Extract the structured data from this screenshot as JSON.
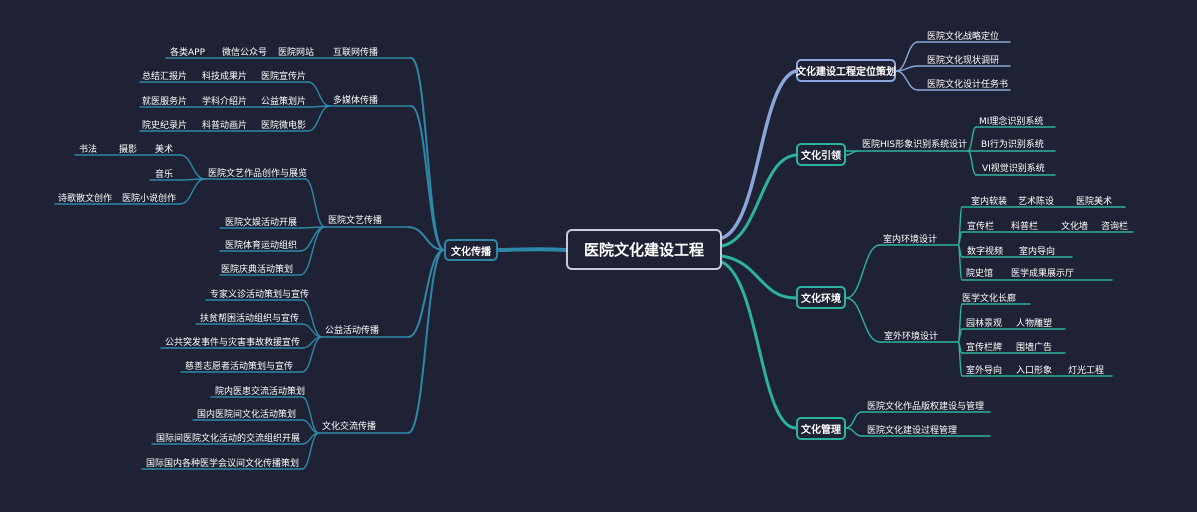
{
  "center": {
    "label": "医院文化建设工程"
  },
  "left": {
    "main": {
      "label": "文化传播"
    },
    "internet": {
      "label": "互联网传播",
      "items": [
        "各类APP",
        "微信公众号",
        "医院网站"
      ]
    },
    "multimedia": {
      "label": "多媒体传播",
      "items": [
        "总结汇报片",
        "科技成果片",
        "医院宣传片",
        "就医服务片",
        "学科介绍片",
        "公益策划片",
        "院史纪录片",
        "科普动画片",
        "医院微电影"
      ]
    },
    "arts": {
      "label": "医院文艺传播",
      "creation": {
        "label": "医院文艺作品创作与展览",
        "items": [
          "书法",
          "摄影",
          "美术",
          "音乐",
          "诗歌散文创作",
          "医院小说创作"
        ]
      },
      "items": [
        "医院文娱活动开展",
        "医院体育运动组织",
        "医院庆典活动策划"
      ]
    },
    "welfare": {
      "label": "公益活动传播",
      "items": [
        "专家义诊活动策划与宣传",
        "扶贫帮困活动组织与宣传",
        "公共突发事件与灾害事故救援宣传",
        "慈善志愿者活动策划与宣传"
      ]
    },
    "exchange": {
      "label": "文化交流传播",
      "items": [
        "院内医患交流活动策划",
        "国内医院间文化活动策划",
        "国际间医院文化活动的交流组织开展",
        "国际国内各种医学会议间文化传播策划"
      ]
    }
  },
  "right": {
    "positioning": {
      "label": "文化建设工程定位策划",
      "items": [
        "医院文化战略定位",
        "医院文化现状调研",
        "医院文化设计任务书"
      ]
    },
    "guidance": {
      "label": "文化引领",
      "sub": "医院HIS形象识别系统设计",
      "items": [
        "MI理念识别系统",
        "BI行为识别系统",
        "VI视觉识别系统"
      ]
    },
    "environment": {
      "label": "文化环境",
      "indoor": {
        "label": "室内环境设计",
        "items": [
          "室内软装",
          "艺术陈设",
          "医院美术",
          "宣传栏",
          "科普栏",
          "文化墙",
          "咨询栏",
          "数字视频",
          "室内导向",
          "院史馆",
          "医学成果展示厅"
        ]
      },
      "outdoor": {
        "label": "室外环境设计",
        "items": [
          "医学文化长廊",
          "园林景观",
          "人物雕塑",
          "宣传栏牌",
          "围墙广告",
          "室外导向",
          "入口形象",
          "灯光工程"
        ]
      }
    },
    "management": {
      "label": "文化管理",
      "items": [
        "医院文化作品版权建设与管理",
        "医院文化建设过程管理"
      ]
    }
  },
  "colors": {
    "background": "#1f2234",
    "left_branch": "#2f87a8",
    "right_top": "#8aa6dc",
    "right_teal": "#2bb3a0",
    "center_border": "#c8ccd4"
  }
}
